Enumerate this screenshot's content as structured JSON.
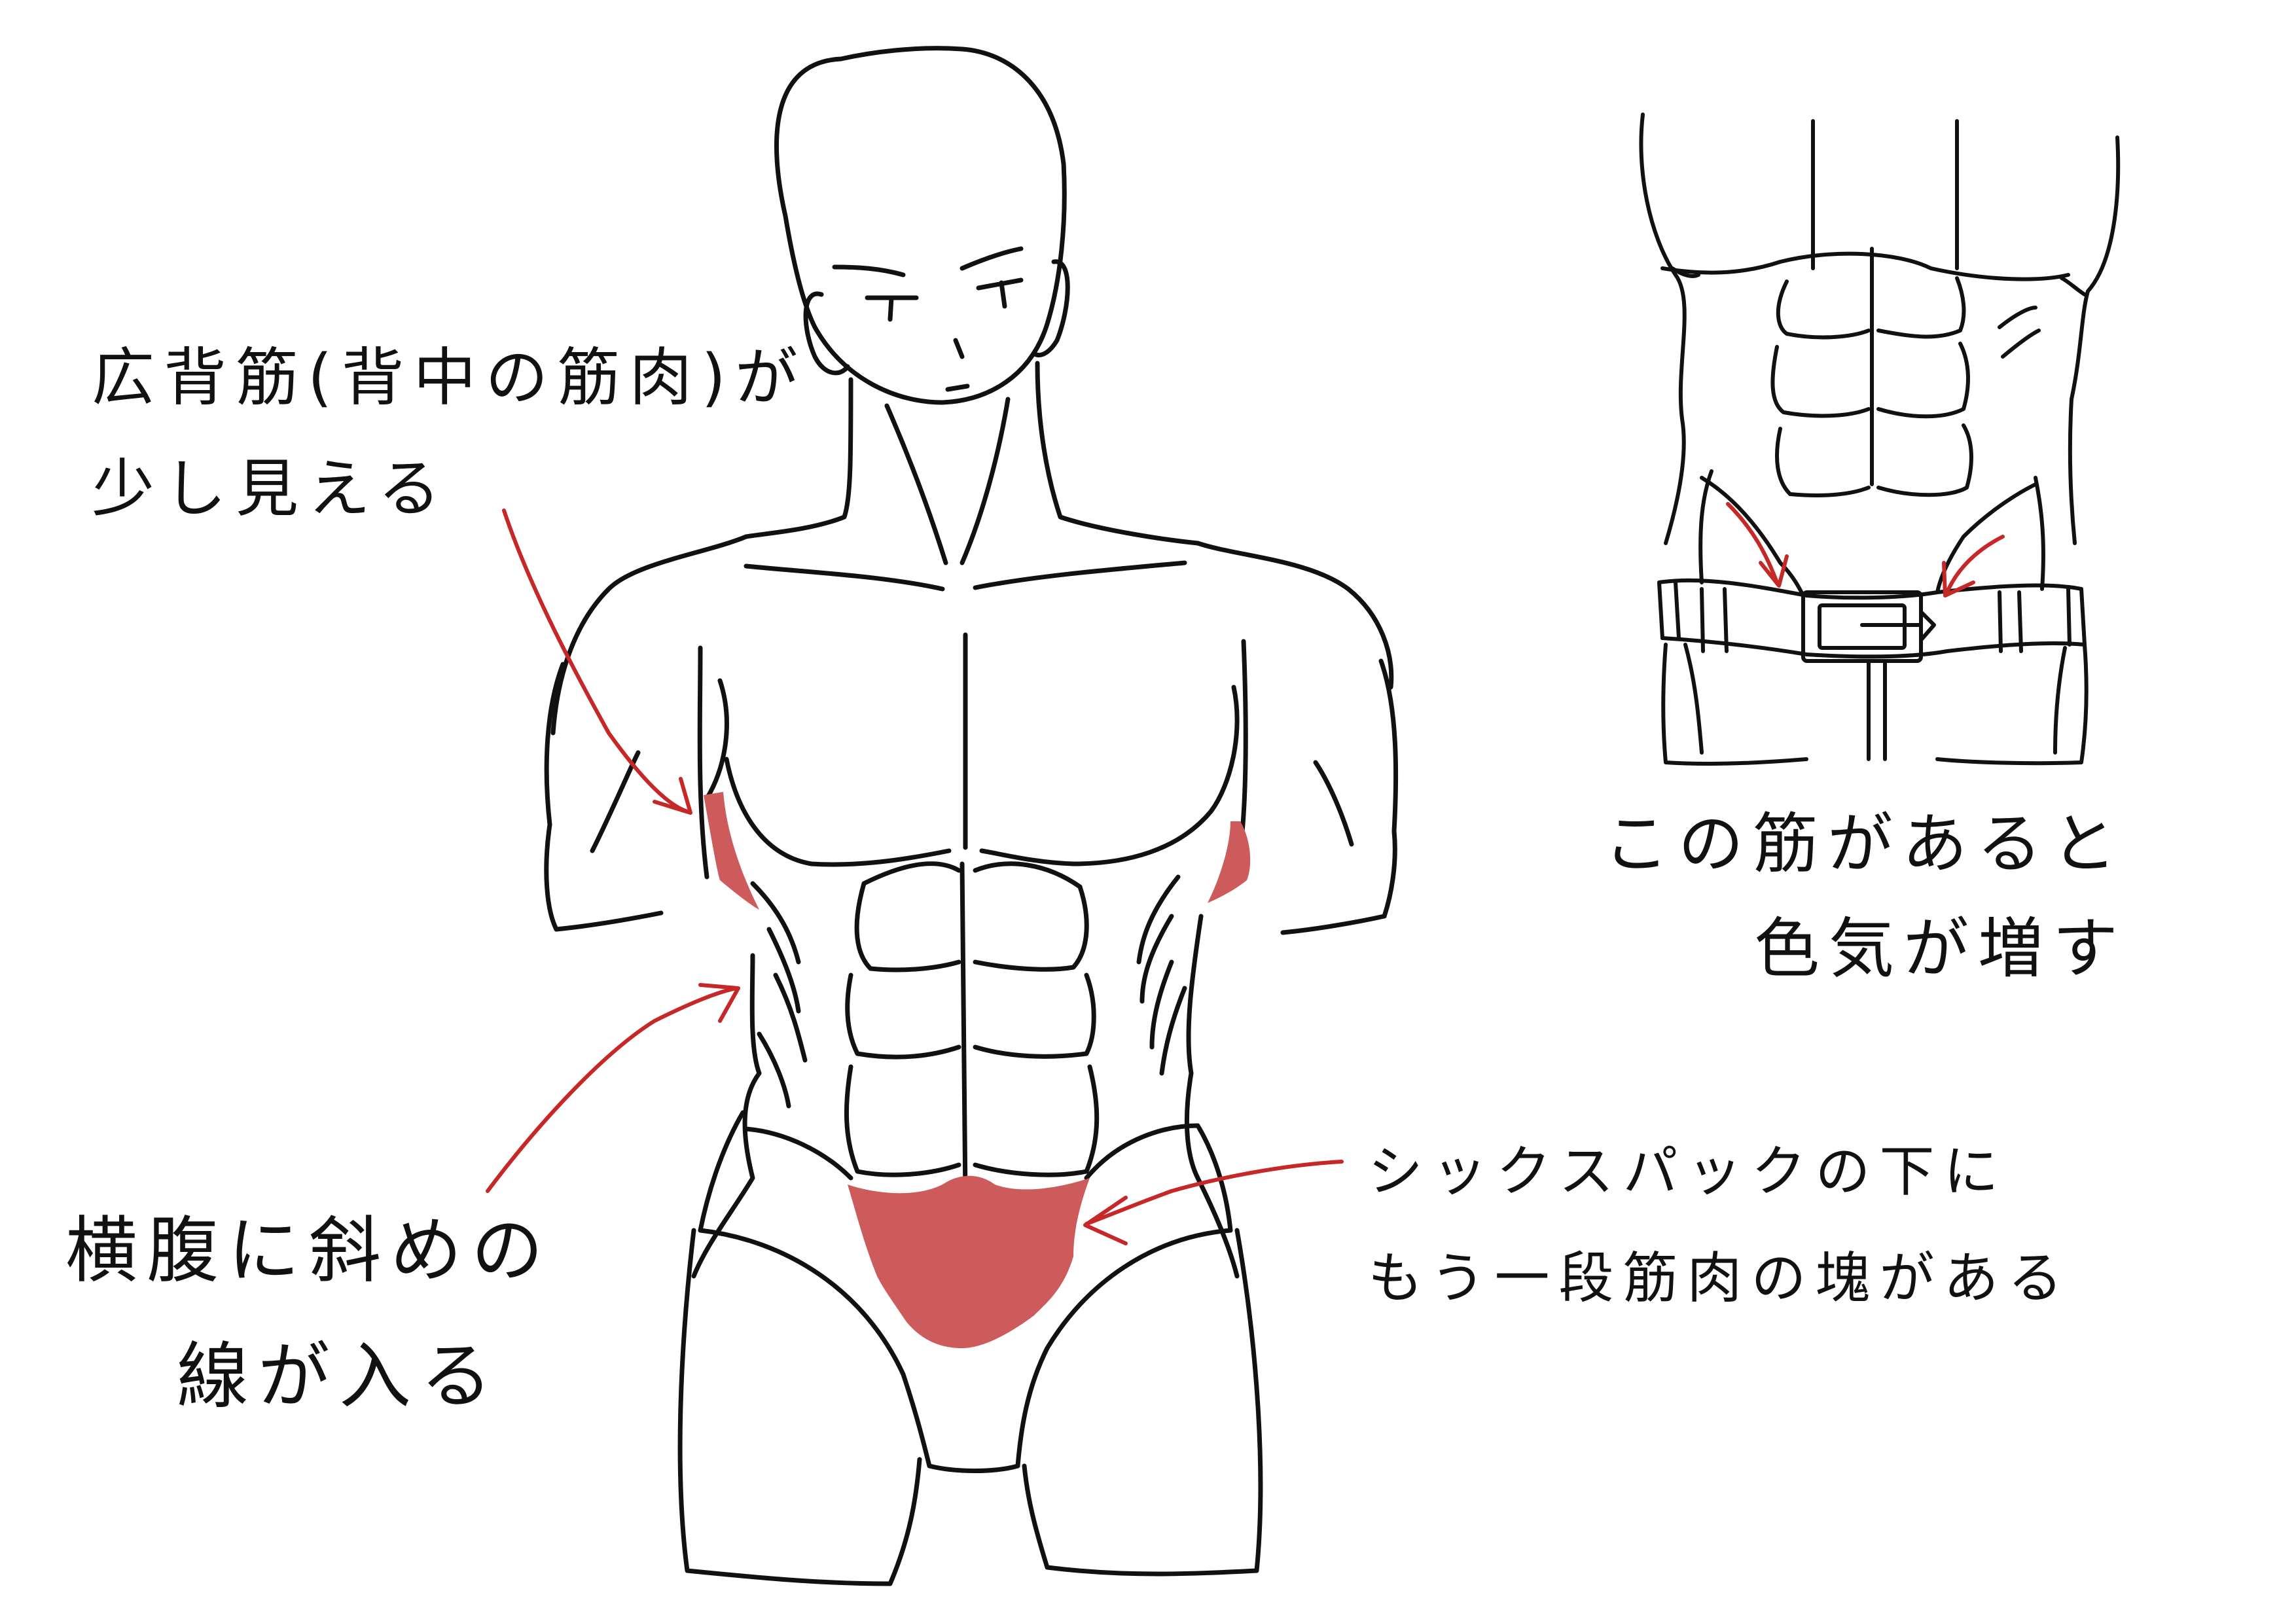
{
  "annotations": {
    "lats": {
      "line1": "広背筋(背中の筋肉)が",
      "line2": "少し見える"
    },
    "obliques": {
      "line1": "横腹に斜めの",
      "line2": "線が入る"
    },
    "lower_abs": {
      "line1": "シックスパックの下に",
      "line2": "もう一段筋肉の塊がある"
    },
    "v_line": {
      "line1": "この筋があると",
      "line2": "色気が増す"
    }
  },
  "colors": {
    "ink": "#111111",
    "arrow": "#c62828",
    "highlight": "#cd5b5b"
  },
  "figures": {
    "main": "front-torso-figure",
    "inset": "abdomen-belt-closeup"
  }
}
